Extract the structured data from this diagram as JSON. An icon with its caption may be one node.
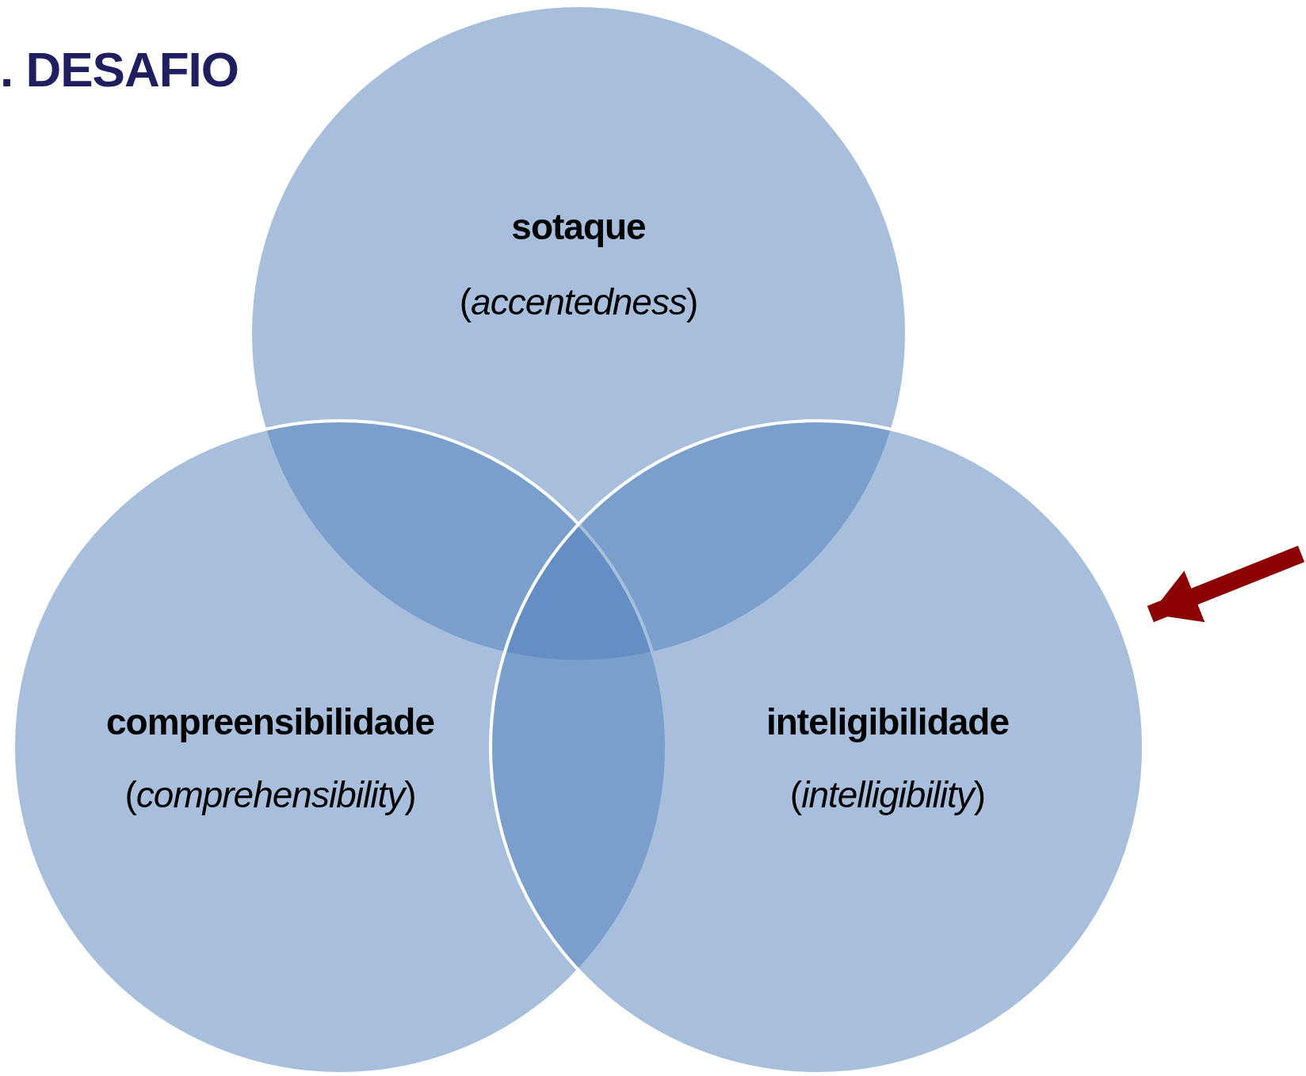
{
  "diagram": {
    "title": ". DESAFIO",
    "nodes": [
      {
        "text": [
          "sotaque",
          "(*accentedness*)"
        ]
      },
      {
        "text": [
          "compreensibilidade",
          "(*comprehensibility*)"
        ]
      },
      {
        "text": [
          "inteligibilidade",
          "(*intelligibility*)"
        ]
      }
    ],
    "edges": [
      {
        "from": null,
        "to": 2,
        "arrow": "to"
      }
    ]
  }
}
